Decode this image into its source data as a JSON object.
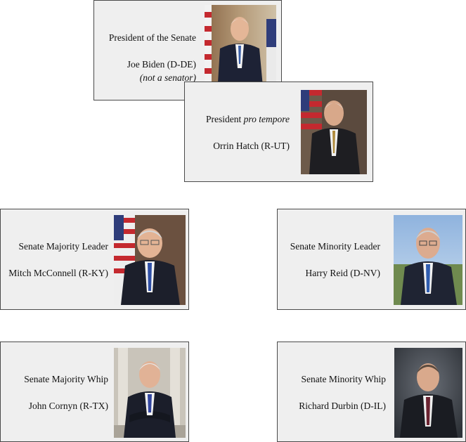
{
  "cards": {
    "president_of_senate": {
      "title": "President of the Senate",
      "name": "Joe Biden (D-DE)",
      "note": "(not a senator)",
      "photo": "joe-biden-portrait"
    },
    "president_pro_tempore": {
      "title_prefix": "President ",
      "title_italic": "pro tempore",
      "name": "Orrin Hatch (R-UT)",
      "photo": "orrin-hatch-portrait"
    },
    "majority_leader": {
      "title": "Senate Majority Leader",
      "name": "Mitch McConnell (R-KY)",
      "photo": "mitch-mcconnell-portrait"
    },
    "minority_leader": {
      "title": "Senate Minority Leader",
      "name": "Harry Reid (D-NV)",
      "photo": "harry-reid-portrait"
    },
    "majority_whip": {
      "title": "Senate Majority Whip",
      "name": "John Cornyn (R-TX)",
      "photo": "john-cornyn-portrait"
    },
    "minority_whip": {
      "title": "Senate Minority Whip",
      "name": "Richard Durbin (D-IL)",
      "photo": "richard-durbin-portrait"
    }
  },
  "colors": {
    "card_background": "#efefef",
    "card_border": "#4a4a4a"
  }
}
